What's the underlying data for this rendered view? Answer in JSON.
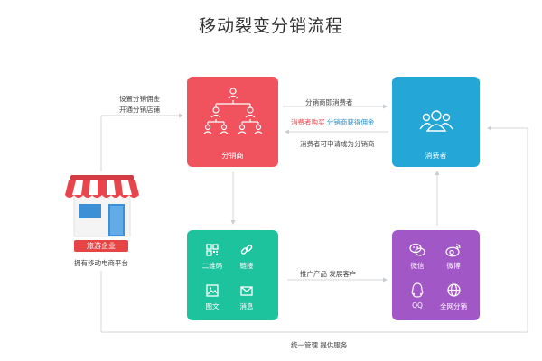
{
  "title": "移动裂变分销流程",
  "colors": {
    "distributor": "#f0525e",
    "consumer": "#24a6d6",
    "channels": "#1cc39d",
    "social": "#a257c7",
    "line": "#cfd3d6",
    "enterprise_badge": "#e64545"
  },
  "enterprise": {
    "badge": "旅游企业",
    "caption": "拥有移动电商平台",
    "icon": "storefront-icon"
  },
  "labels": {
    "setup_line1": "设置分销佣金",
    "setup_line2": "开通分销店铺",
    "dist_to_consumer": "分销商即消费者",
    "buy_earn_a": "消费者购买",
    "buy_earn_b": "分销商获得佣金",
    "apply": "消费者可申请成为分销商",
    "promote": "推广产品  发展客户",
    "unified": "统一管理   提供服务"
  },
  "distributor": {
    "label": "分销商",
    "icon": "org-tree-icon"
  },
  "consumer": {
    "label": "消费者",
    "icon": "people-group-icon"
  },
  "channels": [
    {
      "label": "二维码",
      "icon": "qr-code-icon"
    },
    {
      "label": "链接",
      "icon": "link-icon"
    },
    {
      "label": "图文",
      "icon": "image-icon"
    },
    {
      "label": "消息",
      "icon": "envelope-icon"
    }
  ],
  "social": [
    {
      "label": "微信",
      "icon": "wechat-icon"
    },
    {
      "label": "微博",
      "icon": "weibo-icon"
    },
    {
      "label": "QQ",
      "icon": "qq-icon"
    },
    {
      "label": "全网分销",
      "icon": "globe-icon"
    }
  ]
}
